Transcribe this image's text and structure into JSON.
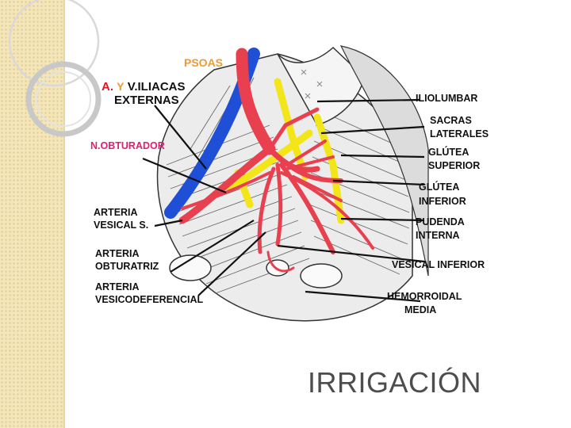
{
  "slide": {
    "title": "IRRIGACIÓN"
  },
  "diagram": {
    "labels": {
      "psoas": "PSOAS",
      "ay_prefix_a": "A.",
      "ay_prefix_y": "Y",
      "iliacas_line1": "V.ILIACAS",
      "iliacas_line2": "EXTERNAS",
      "n_obturador": "N.OBTURADOR",
      "arteria_vesical_1": "ARTERIA",
      "arteria_vesical_2": "VESICAL S.",
      "arteria_obturatriz_1": "ARTERIA",
      "arteria_obturatriz_2": "OBTURATRIZ",
      "arteria_vesicodef_1": "ARTERIA",
      "arteria_vesicodef_2": "VESICODEFERENCIAL",
      "iliolumbar": "ILIOLUMBAR",
      "sacras_1": "SACRAS",
      "sacras_2": "LATERALES",
      "glutea_sup_1": "GLÚTEA",
      "glutea_sup_2": "SUPERIOR",
      "glutea_inf_1": "GLÚTEA",
      "glutea_inf_2": "INFERIOR",
      "pudenda_1": "PUDENDA",
      "pudenda_2": "INTERNA",
      "vesical_inferior": "VESICAL INFERIOR",
      "hemorroidal_1": "HEMORROIDAL",
      "hemorroidal_2": "MEDIA"
    },
    "colors": {
      "artery": "#e8404f",
      "vein": "#1f4fd6",
      "nerve": "#f2e61a",
      "muscle_line": "#6a6a6a"
    }
  }
}
